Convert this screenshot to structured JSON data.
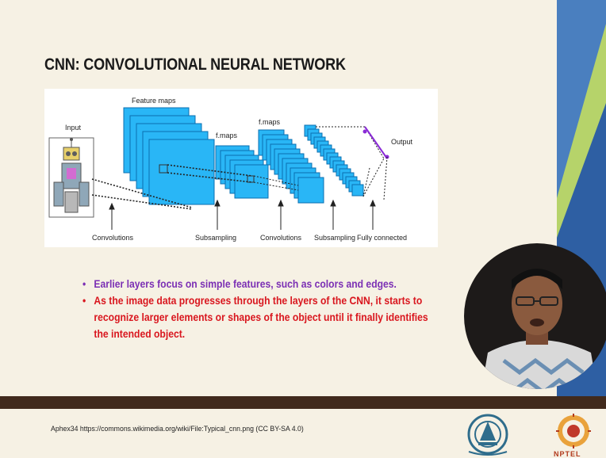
{
  "slide": {
    "title": "CNN: CONVOLUTIONAL NEURAL NETWORK"
  },
  "diagram": {
    "labels": {
      "input": "Input",
      "feature_maps": "Feature maps",
      "fmaps_1": "f.maps",
      "fmaps_2": "f.maps",
      "output": "Output"
    },
    "stages": [
      "Convolutions",
      "Subsampling",
      "Convolutions",
      "Subsampling",
      "Fully connected"
    ]
  },
  "bullets": [
    {
      "marker": "•",
      "text": "Earlier layers focus on simple features, such as colors and edges.",
      "color": "#7b2fb4"
    },
    {
      "marker": "•",
      "text": "As the image data progresses through the layers of the CNN, it starts to recognize larger elements or shapes of the object until it finally identifies the intended object.",
      "color": "#d9161e"
    }
  ],
  "footer": {
    "attribution": "Aphex34 https://commons.wikimedia.org/wiki/File:Typical_cnn.png (CC BY-SA 4.0)",
    "nptel_label": "NPTEL"
  },
  "colors": {
    "map_fill": "#29b6f6",
    "map_stroke": "#0a6fb0",
    "footer_bar": "#412a1c",
    "band_blue": "#4a7fbf",
    "band_green": "#b6d36a"
  }
}
